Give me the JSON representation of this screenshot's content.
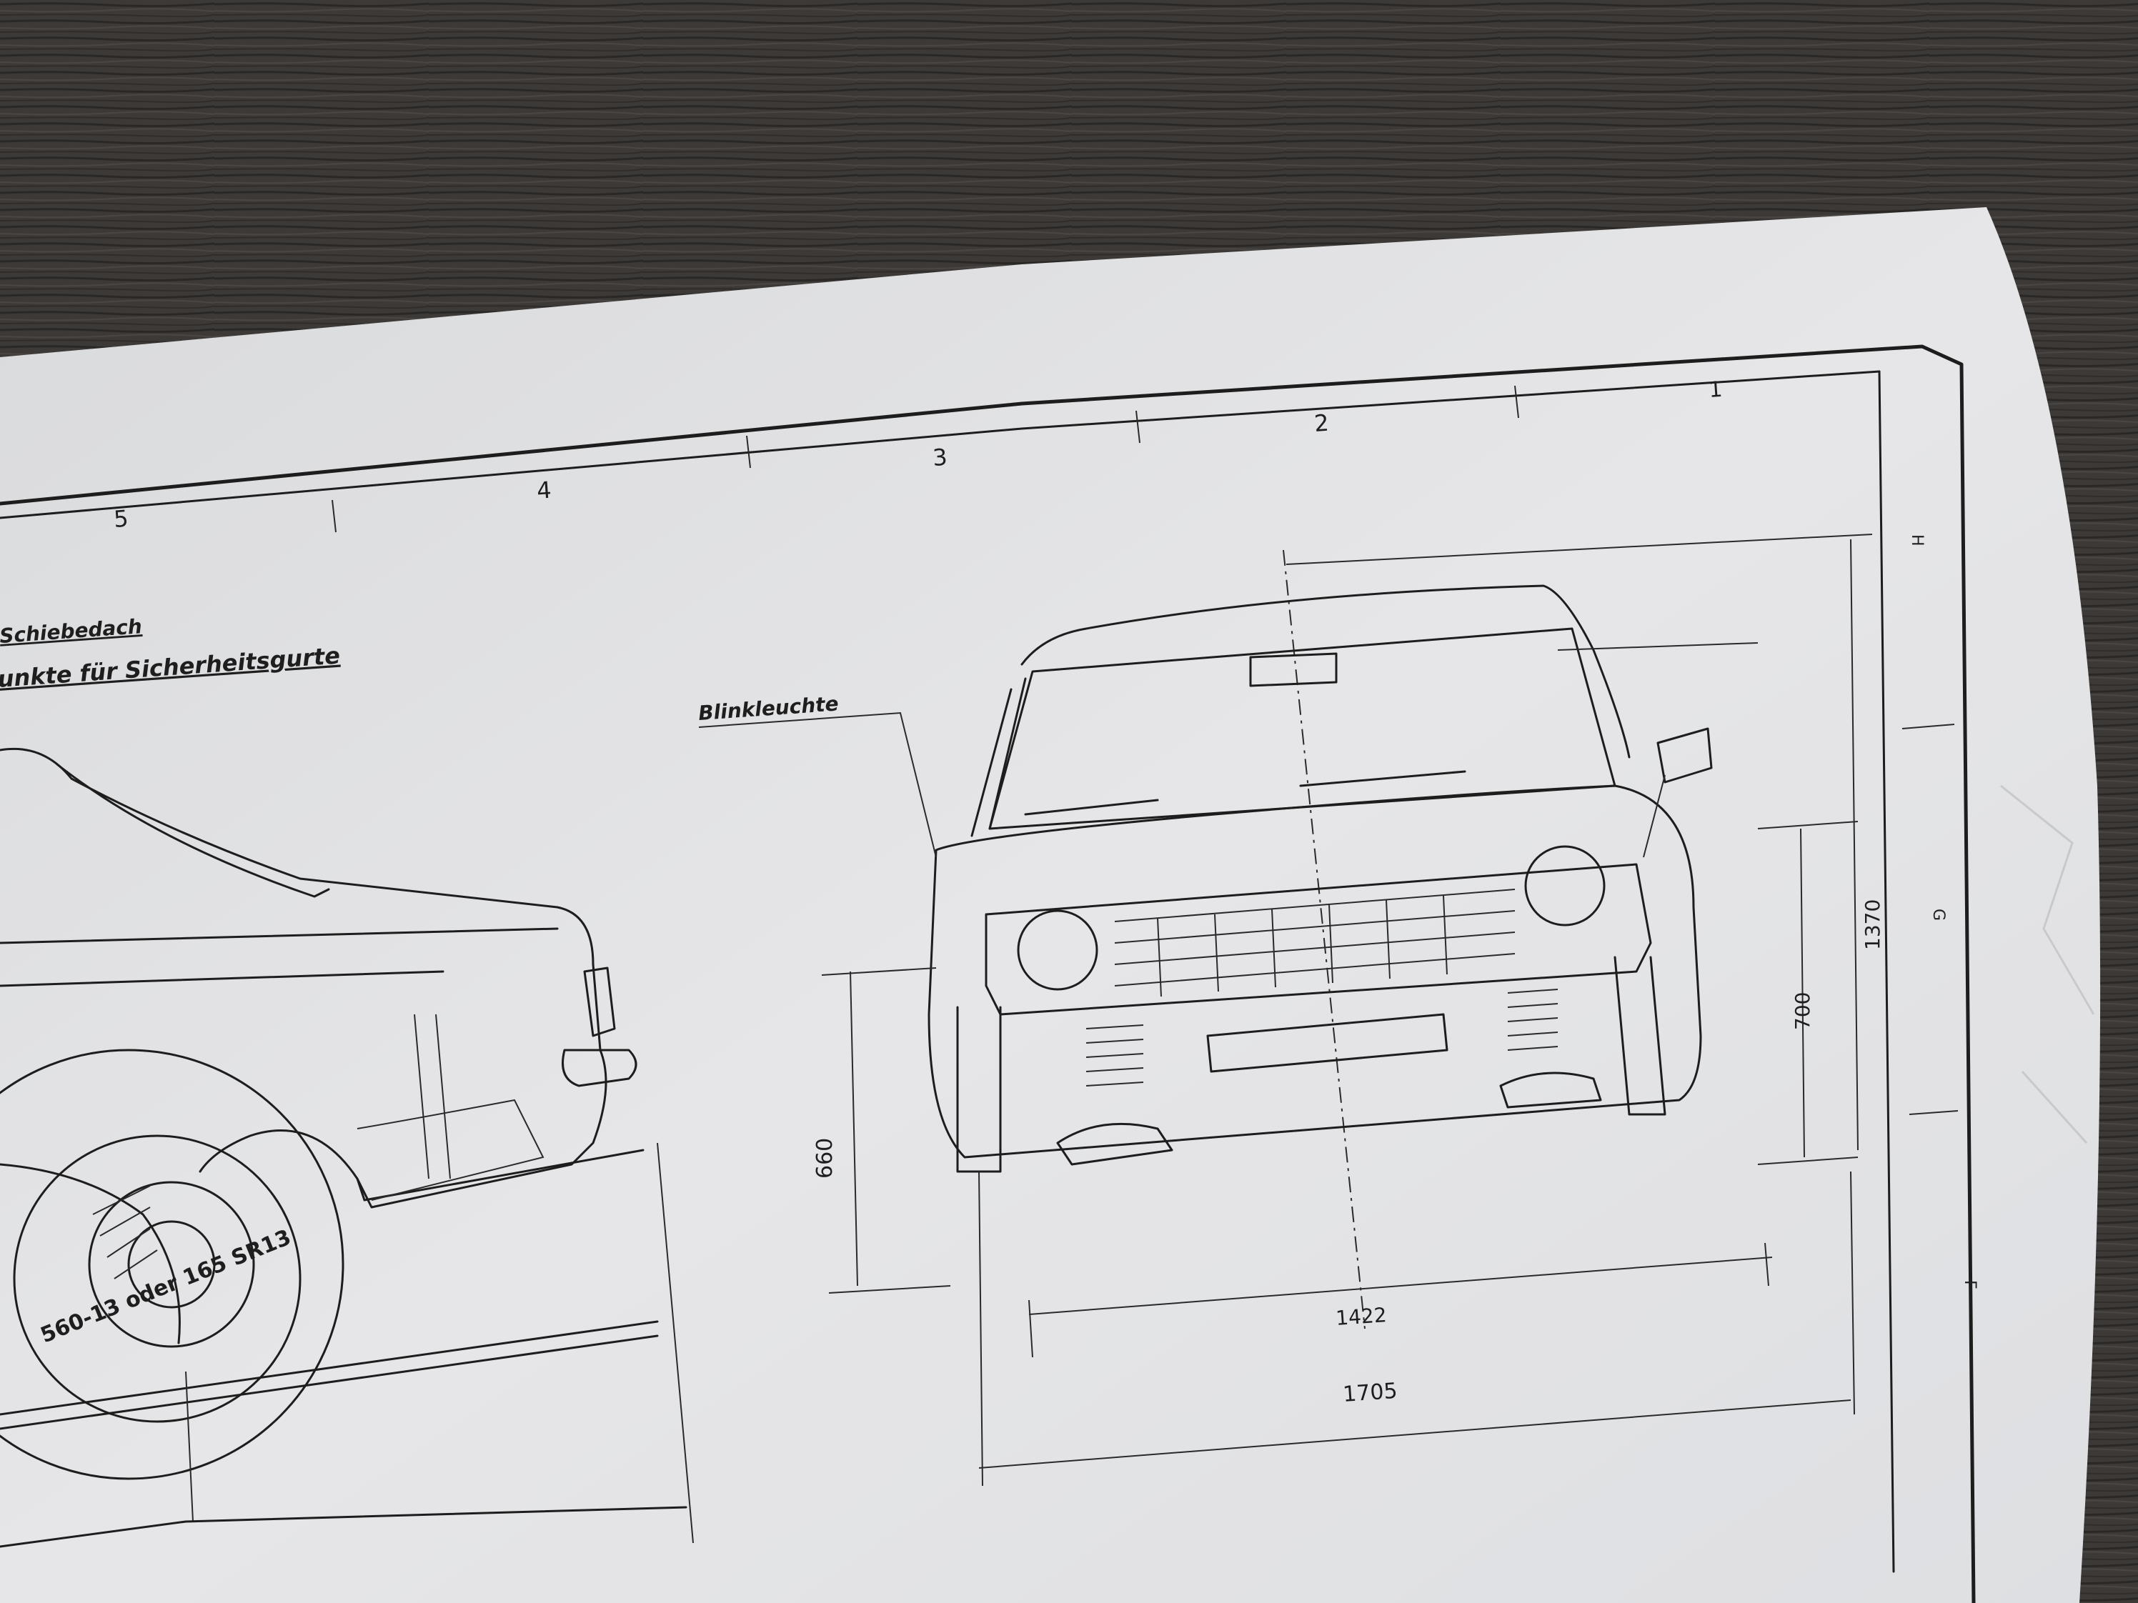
{
  "drawing": {
    "grid_columns": [
      "1",
      "2",
      "3",
      "4",
      "5"
    ],
    "grid_rows": [
      "H",
      "G",
      "F"
    ],
    "notes": [
      "Schiebedach",
      "Anschlußpunkte für Sicherheitsgurte"
    ],
    "callouts": {
      "turn_signal": "Blinkleuchte",
      "tire_size": "560-13 oder 165 SR13"
    },
    "dimensions": {
      "track_front": "1422",
      "overall_width": "1705",
      "overall_height": "1370",
      "ground_to_lamp_side": "660",
      "ground_to_lamp": "700"
    }
  },
  "colors": {
    "desk": "#3b3836",
    "paper": "#e4e4e6",
    "ink": "#1d1d1d"
  }
}
